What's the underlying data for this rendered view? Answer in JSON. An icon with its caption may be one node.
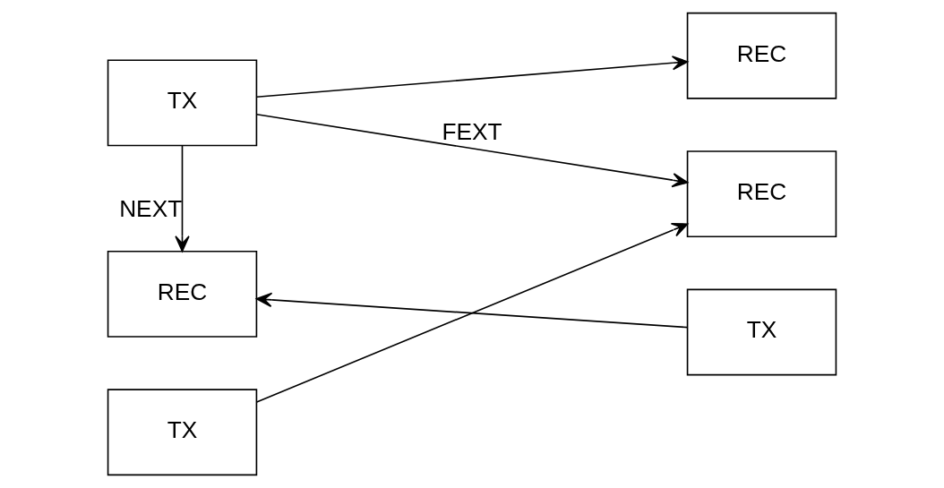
{
  "diagram": {
    "nodes": [
      {
        "text": [
          "REC"
        ]
      },
      {
        "text": [
          "TX"
        ]
      },
      {
        "text": [
          "TX"
        ]
      },
      {
        "text": [
          "REC"
        ]
      },
      {
        "text": [
          "TX"
        ]
      },
      {
        "text": [
          "REC"
        ]
      }
    ],
    "edges": [
      {
        "from": 2,
        "to": 0,
        "arrow": "to"
      },
      {
        "from": 1,
        "to": 0,
        "arrow": "to",
        "label": "NEXT"
      },
      {
        "from": 1,
        "to": 3,
        "arrow": "to"
      },
      {
        "from": 1,
        "to": 5,
        "arrow": "to",
        "label": "FEXT"
      },
      {
        "from": 4,
        "to": 5,
        "arrow": "to"
      }
    ]
  }
}
